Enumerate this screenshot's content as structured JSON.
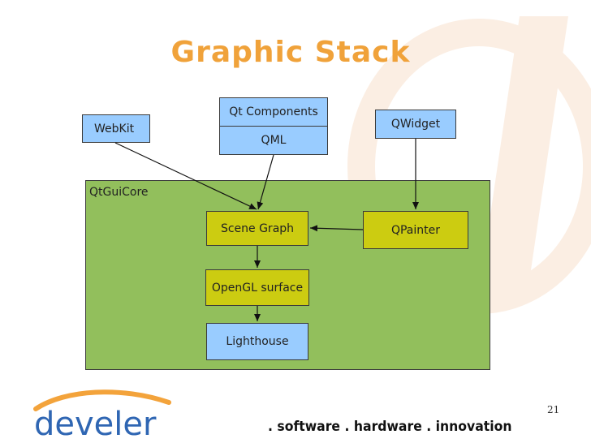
{
  "slide": {
    "title": "Graphic Stack",
    "page_number": "21"
  },
  "diagram": {
    "nodes": {
      "qt_components": "Qt Components",
      "qml": "QML",
      "webkit": "WebKit",
      "qwidget": "QWidget",
      "qtguicore": "QtGuiCore",
      "scene_graph": "Scene Graph",
      "qpainter": "QPainter",
      "opengl_surface": "OpenGL surface",
      "lighthouse": "Lighthouse"
    },
    "edges": [
      {
        "from": "WebKit",
        "to": "Scene Graph"
      },
      {
        "from": "QML",
        "to": "Scene Graph"
      },
      {
        "from": "QWidget",
        "to": "QPainter"
      },
      {
        "from": "QPainter",
        "to": "Scene Graph"
      },
      {
        "from": "Scene Graph",
        "to": "OpenGL surface"
      },
      {
        "from": "OpenGL surface",
        "to": "Lighthouse"
      }
    ],
    "colors": {
      "title": "#f0a23a",
      "external_box": "#99ccff",
      "internal_box": "#cccc11",
      "container": "#92bf5c"
    }
  },
  "branding": {
    "logo": "develer",
    "tagline": ". software  . hardware  . innovation"
  }
}
